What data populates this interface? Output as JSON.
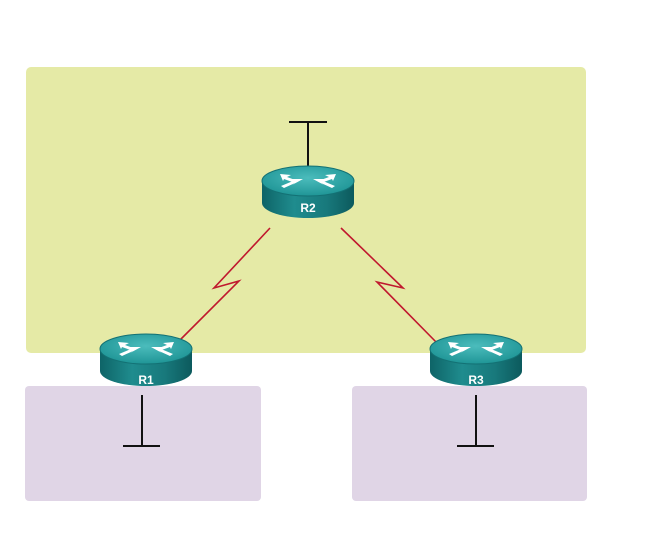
{
  "diagram": {
    "routers": [
      {
        "id": "r2",
        "label": "R2"
      },
      {
        "id": "r1",
        "label": "R1"
      },
      {
        "id": "r3",
        "label": "R3"
      }
    ],
    "links": [
      {
        "from": "R2",
        "to": "R1",
        "type": "serial"
      },
      {
        "from": "R2",
        "to": "R3",
        "type": "serial"
      }
    ],
    "areas": [
      {
        "id": "area-top",
        "color": "#e5eaa6"
      },
      {
        "id": "area-bottom-left",
        "color": "#e0d5e6"
      },
      {
        "id": "area-bottom-right",
        "color": "#e0d5e6"
      }
    ],
    "colors": {
      "serial_link": "#c0182e",
      "router_body": "#1e8a8c",
      "router_top": "#2aa3a4",
      "lan_line": "#111111"
    }
  }
}
